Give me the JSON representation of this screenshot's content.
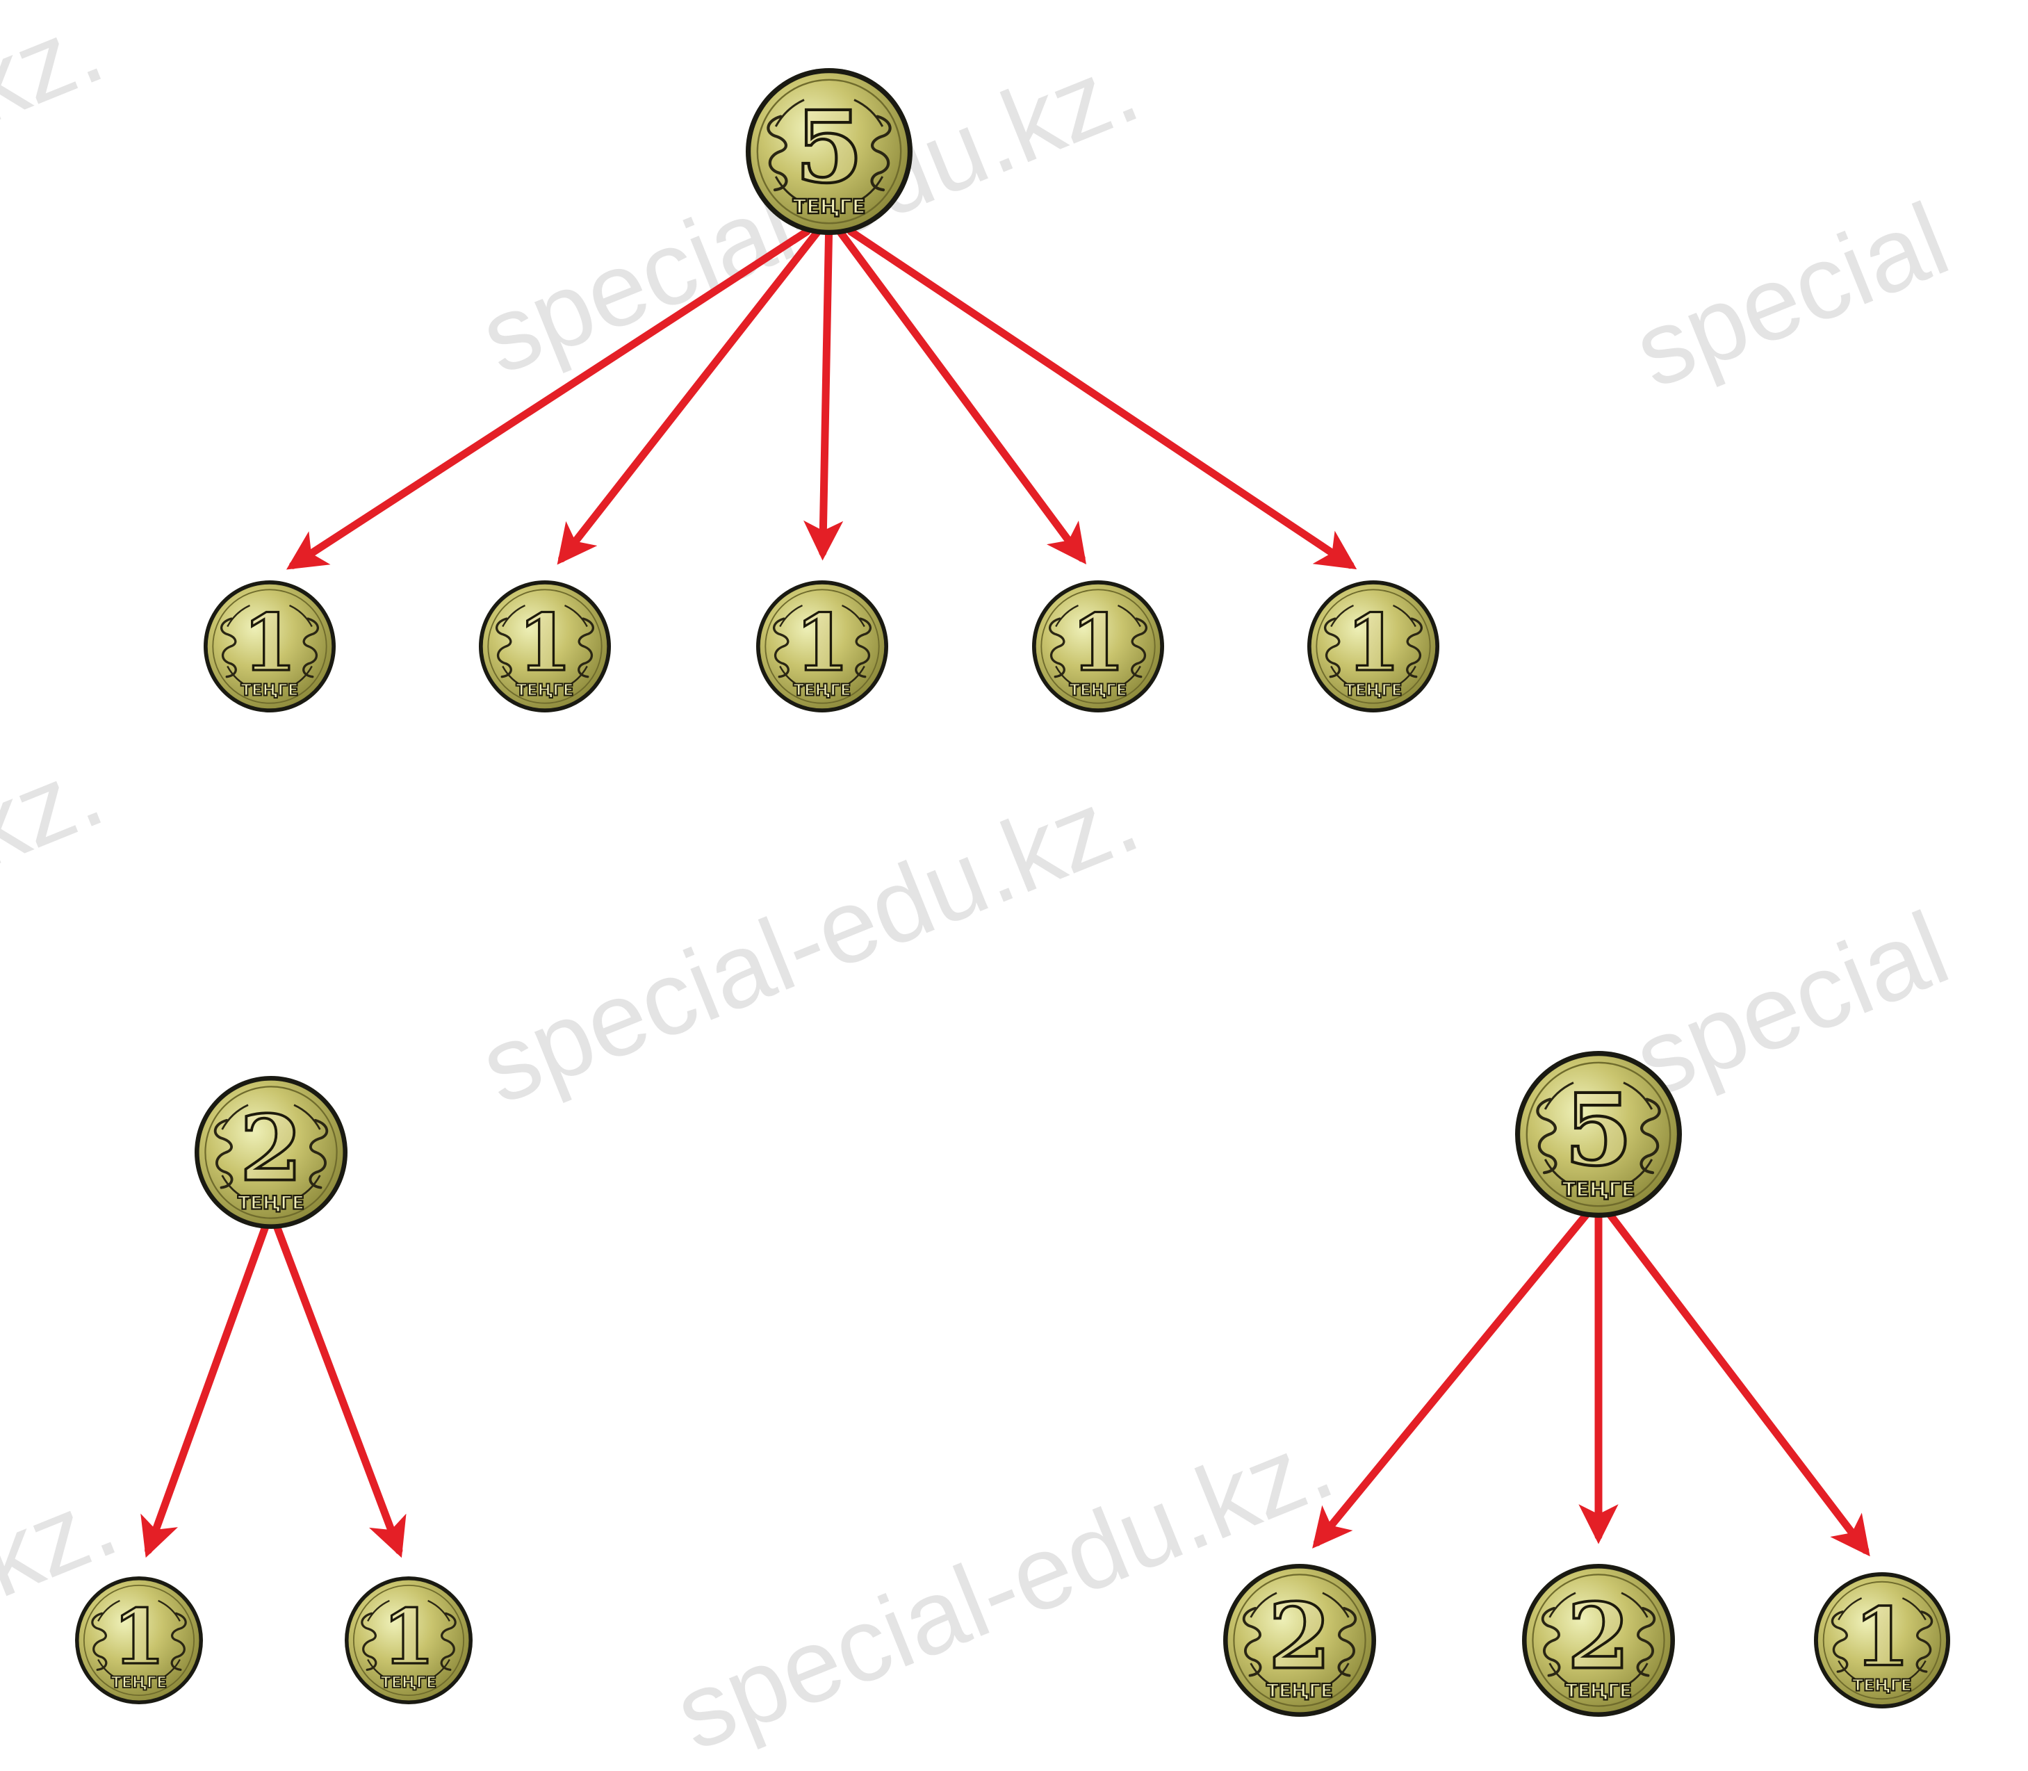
{
  "coin_word": "ТЕҢГЕ",
  "colors": {
    "coin_fill_light": "#eef0b8",
    "coin_fill_mid": "#c9c46e",
    "coin_fill_dark": "#8d8a3b",
    "coin_rim": "#1a1a12",
    "arrow": "#e41f26",
    "watermark": "#cfcfcf"
  },
  "watermark": {
    "items": [
      "special-edu.kz.",
      "special-edu.kz.",
      "special",
      "special",
      "special-edu.kz.",
      "kz.",
      "kz.",
      "kz."
    ]
  },
  "diagrams": [
    {
      "name": "five-to-ones",
      "parent": {
        "value": "5",
        "word": "ТЕҢГЕ"
      },
      "children": [
        {
          "value": "1",
          "word": "ТЕҢГЕ"
        },
        {
          "value": "1",
          "word": "ТЕҢГЕ"
        },
        {
          "value": "1",
          "word": "ТЕҢГЕ"
        },
        {
          "value": "1",
          "word": "ТЕҢГЕ"
        },
        {
          "value": "1",
          "word": "ТЕҢГЕ"
        }
      ]
    },
    {
      "name": "two-to-ones",
      "parent": {
        "value": "2",
        "word": "ТЕҢГЕ"
      },
      "children": [
        {
          "value": "1",
          "word": "ТЕҢГЕ"
        },
        {
          "value": "1",
          "word": "ТЕҢГЕ"
        }
      ]
    },
    {
      "name": "five-to-twos-and-one",
      "parent": {
        "value": "5",
        "word": "ТЕҢГЕ"
      },
      "children": [
        {
          "value": "2",
          "word": "ТЕҢГЕ"
        },
        {
          "value": "2",
          "word": "ТЕҢГЕ"
        },
        {
          "value": "1",
          "word": "ТЕҢГЕ"
        }
      ]
    }
  ]
}
